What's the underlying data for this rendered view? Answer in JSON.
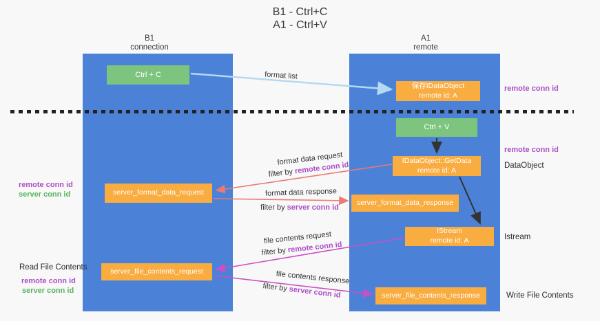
{
  "title": {
    "line1": "B1 - Ctrl+C",
    "line2": "A1 - Ctrl+V"
  },
  "columns": {
    "b1": {
      "name": "B1",
      "role": "connection"
    },
    "a1": {
      "name": "A1",
      "role": "remote"
    }
  },
  "nodes": {
    "ctrl_c": "Ctrl + C",
    "ctrl_v": "Ctrl + V",
    "save_idataobject_line1": "保存IDataObject",
    "save_idataobject_line2": "remote id: A",
    "getdata_line1": "IDataObject::GetData",
    "getdata_line2": "remote id: A",
    "istream_line1": "IStream",
    "istream_line2": "remote id: A",
    "format_request": "server_format_data_request",
    "format_response": "server_format_data_response",
    "file_request": "server_file_contents_request",
    "file_response": "server_file_contents_response"
  },
  "edge_labels": {
    "format_list": "format list",
    "format_data_request": "format data request",
    "format_data_request_filter_prefix": "filter by ",
    "format_data_request_filter_key": "remote conn id",
    "format_data_response": "format data response",
    "format_data_response_filter_prefix": "filter by ",
    "format_data_response_filter_key": "server conn id",
    "file_contents_request": "file contents request",
    "file_contents_request_filter_prefix": "filter by ",
    "file_contents_request_filter_key": "remote conn id",
    "file_contents_response": "file contents response",
    "file_contents_response_filter_prefix": "filter by ",
    "file_contents_response_filter_key": "server conn id"
  },
  "side_labels": {
    "right_remote_conn_top": "remote conn id",
    "right_remote_conn_mid": "remote conn id",
    "dataobject": "DataObject",
    "istream": "Istream",
    "write_file_contents": "Write File Contents",
    "left_remote_conn_1": "remote conn id",
    "left_server_conn_1": "server conn id",
    "read_file_contents": "Read File Contents",
    "left_remote_conn_2": "remote conn id",
    "left_server_conn_2": "server conn id"
  },
  "colors": {
    "lane_blue": "#4b82d8",
    "node_green": "#7dc57f",
    "node_orange": "#f9ac40",
    "purple_text": "#ab4ec6",
    "green_text": "#55b45e",
    "arrow_lightblue": "#b5d9f2",
    "arrow_salmon": "#e87b72",
    "arrow_magenta": "#cb4fc5",
    "arrow_black": "#333333",
    "background": "#f8f8f8"
  }
}
